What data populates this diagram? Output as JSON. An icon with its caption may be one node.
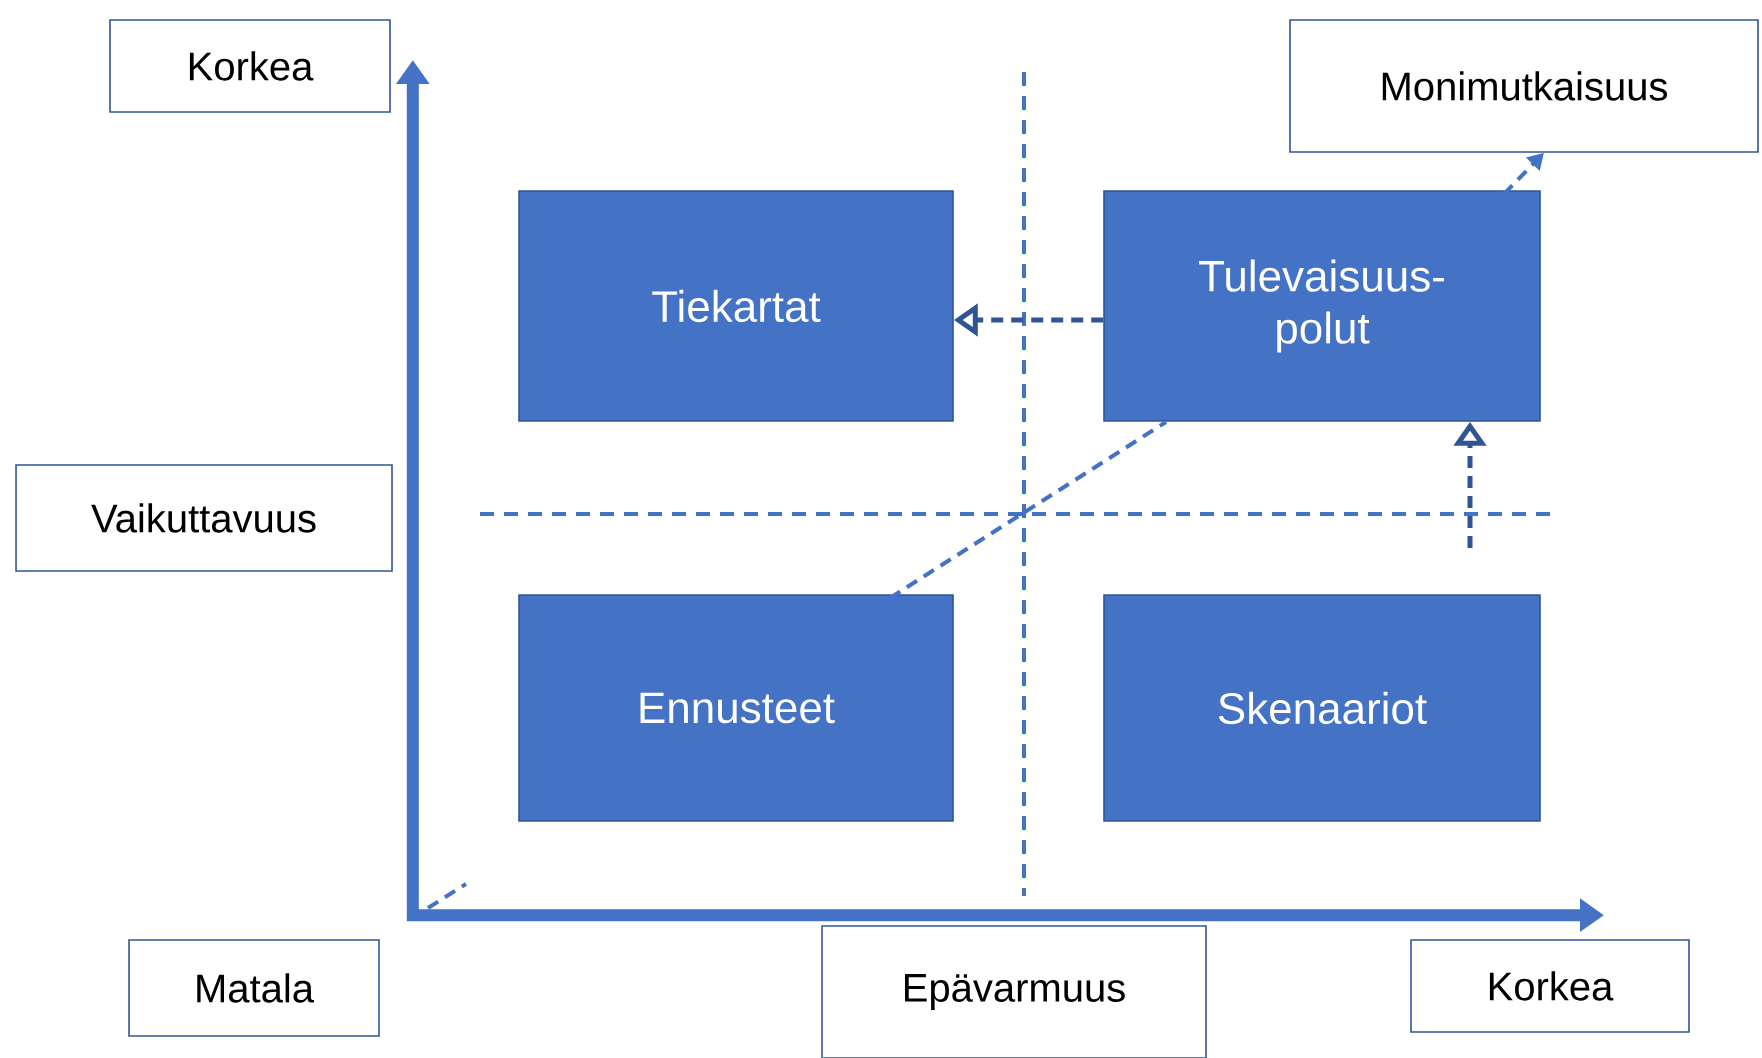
{
  "diagram": {
    "nodes": [
      {
        "text": [
          "Korkea"
        ]
      },
      {
        "text": [
          "Monimutkaisuus"
        ]
      },
      {
        "text": [
          "Tiekartat"
        ]
      },
      {
        "text": [
          "Tulevaisuus- polut"
        ]
      },
      {
        "text": [
          "Vaikuttavuus"
        ]
      },
      {
        "text": [
          "Ennusteet"
        ]
      },
      {
        "text": [
          "Skenaariot"
        ]
      },
      {
        "text": [
          "Matala"
        ]
      },
      {
        "text": [
          "Epävarmuus"
        ]
      },
      {
        "text": [
          "Korkea"
        ]
      }
    ],
    "edges": [
      {
        "from": 3,
        "to": 2,
        "arrow": "to",
        "style": "dashed",
        "color": "#2f5597"
      },
      {
        "from": null,
        "to": 3,
        "arrow": "to",
        "style": "dashed",
        "color": "#2f5597"
      },
      {
        "from": null,
        "to": 1,
        "arrow": "to",
        "style": "dashed"
      },
      {
        "from": 0,
        "to": 9,
        "arrow": "both",
        "style": "thick"
      }
    ]
  }
}
